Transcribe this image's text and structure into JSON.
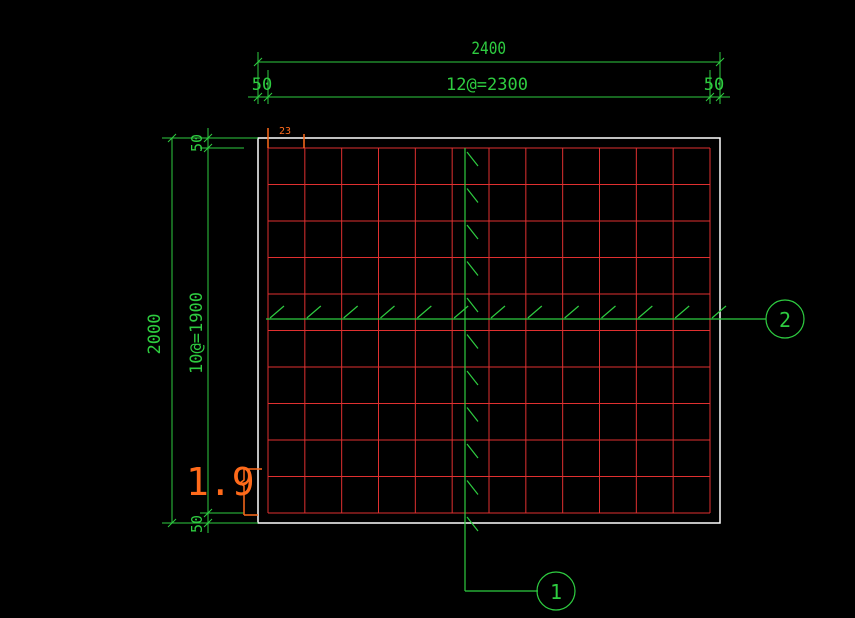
{
  "colors": {
    "background": "#000000",
    "dimension": "#2ecc40",
    "rebar": "#e03030",
    "outline": "#ffffff",
    "note": "#ff6a1a"
  },
  "dimensions": {
    "top_total": "2400",
    "top_left_cover": "50",
    "top_spacing": "12@=2300",
    "top_right_cover": "50",
    "left_total": "2000",
    "left_top_cover": "50",
    "left_spacing": "10@=1900",
    "left_bottom_cover": "50"
  },
  "annotations": {
    "small_offset": "23",
    "large_number": "1.9"
  },
  "labels": {
    "callout_1": "1",
    "callout_2": "2"
  },
  "grid": {
    "columns": 12,
    "rows": 10
  }
}
